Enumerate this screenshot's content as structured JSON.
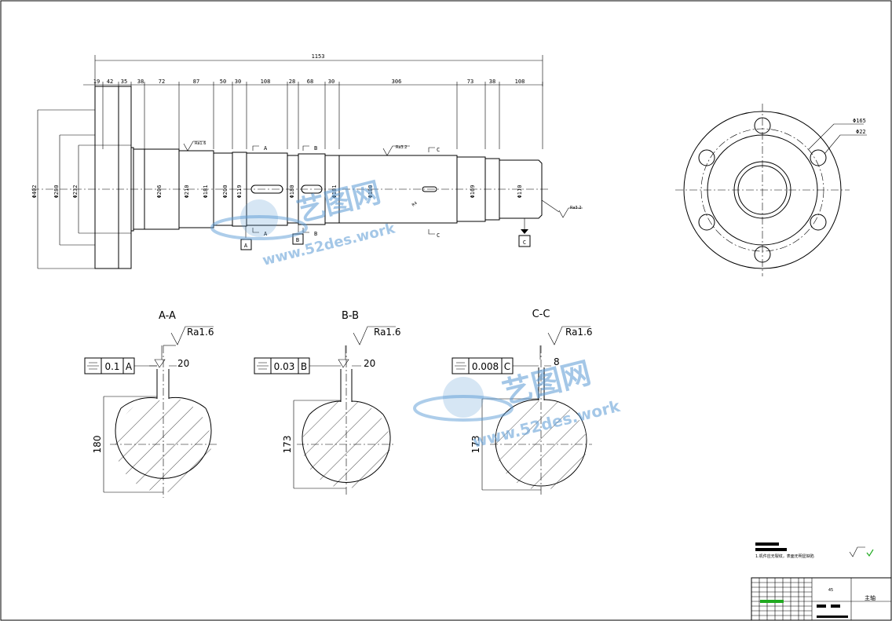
{
  "top_dims": {
    "total": "1153",
    "segments": [
      "19",
      "42",
      "35",
      "38",
      "72",
      "87",
      "50",
      "30",
      "108",
      "28",
      "68",
      "30",
      "306",
      "73",
      "38",
      "108"
    ]
  },
  "diameters": [
    "Φ402",
    "Φ280",
    "Φ232",
    "Φ206",
    "Φ210",
    "Φ181",
    "Φ200",
    "Φ119",
    "Φ180",
    "Φ181",
    "Φ180",
    "Φ169",
    "Φ110"
  ],
  "side_labels": {
    "ra_small": "Ra1.6",
    "ra_mid": "Ra3.2",
    "ra_right": "Ra3.2",
    "r4": "R4"
  },
  "section_marks": {
    "a": "A",
    "b": "B",
    "c": "C"
  },
  "flange_labels": [
    "Φ165",
    "Φ22"
  ],
  "sections": [
    {
      "title": "A-A",
      "ra": "Ra1.6",
      "tol_value": "0.1",
      "datum": "A",
      "key_width": "20",
      "height": "180"
    },
    {
      "title": "B-B",
      "ra": "Ra1.6",
      "tol_value": "0.03",
      "datum": "B",
      "key_width": "20",
      "height": "173"
    },
    {
      "title": "C-C",
      "ra": "Ra1.6",
      "tol_value": "0.008",
      "datum": "C",
      "key_width": "8",
      "height": "173"
    }
  ],
  "watermark": {
    "cn": "艺图网",
    "url": "www.52des.work"
  },
  "notes": {
    "line1": "1.机件应无裂纹，表面无明显缺陷"
  },
  "title_block": {
    "material": "45",
    "part_name": "主轴"
  },
  "colors": {
    "watermark": "#5b9bd5",
    "check": "#22aa22"
  }
}
